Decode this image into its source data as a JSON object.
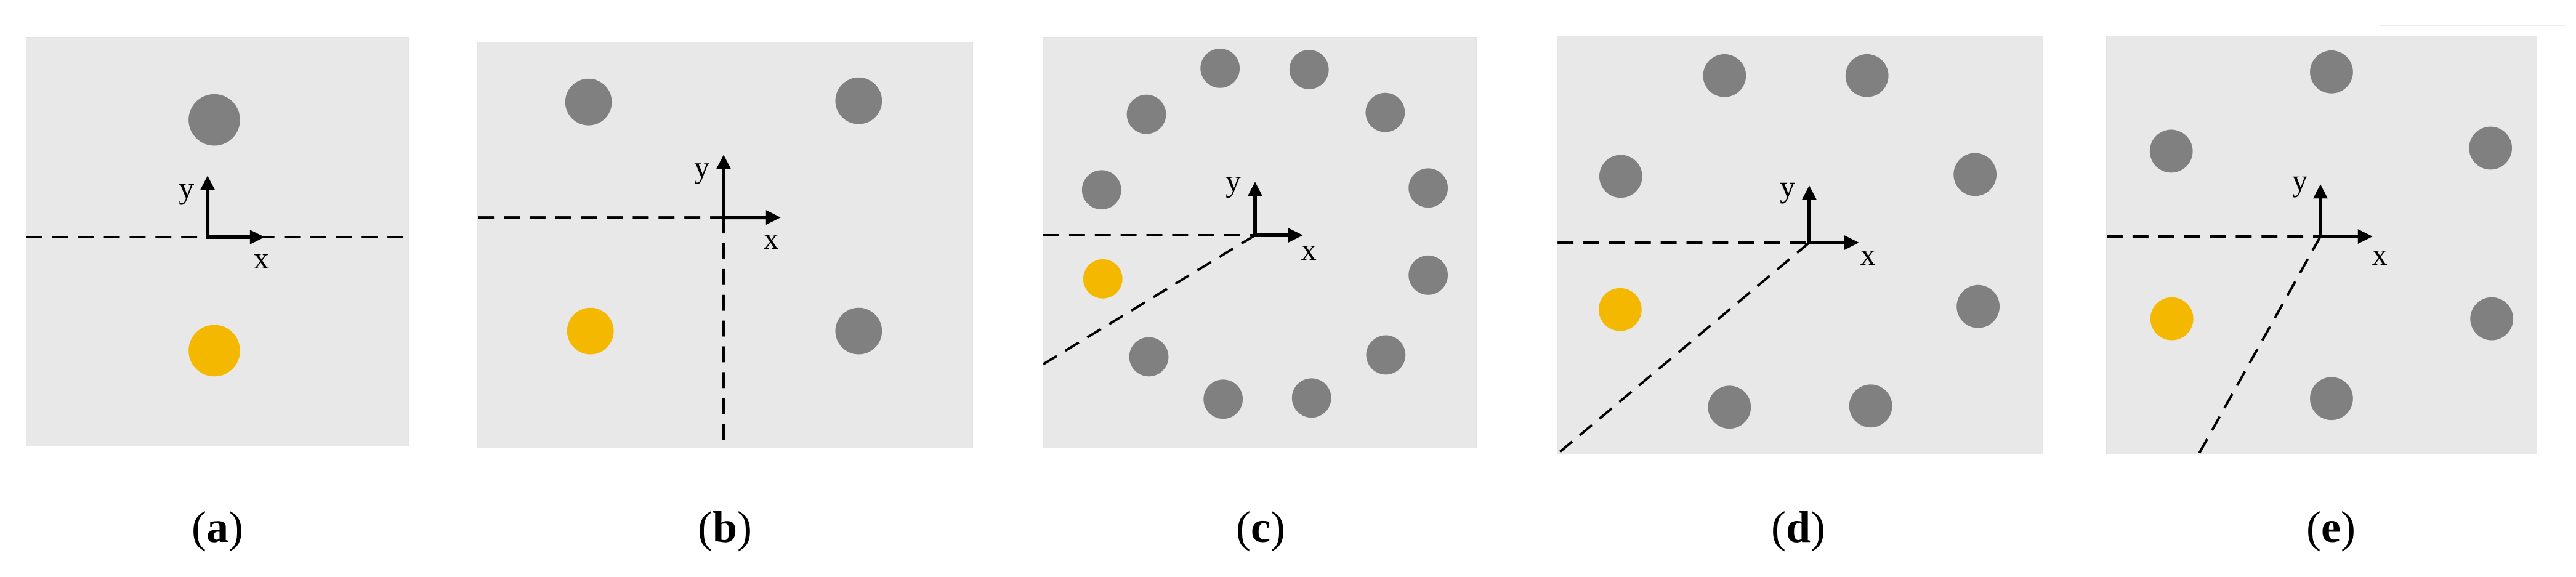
{
  "figure": {
    "colors": {
      "panel": "#e8e8e8",
      "hole": "#808080",
      "highlight": "#f5b800",
      "line": "#000000"
    },
    "axis_labels": {
      "x": "x",
      "y": "y"
    },
    "panels": [
      {
        "id": "a",
        "caption_open": "(",
        "caption_letter": "a",
        "caption_close": ")",
        "hole_count": 2
      },
      {
        "id": "b",
        "caption_open": "(",
        "caption_letter": "b",
        "caption_close": ")",
        "hole_count": 4
      },
      {
        "id": "c",
        "caption_open": "(",
        "caption_letter": "c",
        "caption_close": ")",
        "hole_count": 12
      },
      {
        "id": "d",
        "caption_open": "(",
        "caption_letter": "d",
        "caption_close": ")",
        "hole_count": 8
      },
      {
        "id": "e",
        "caption_open": "(",
        "caption_letter": "e",
        "caption_close": ")",
        "hole_count": 6
      }
    ]
  }
}
